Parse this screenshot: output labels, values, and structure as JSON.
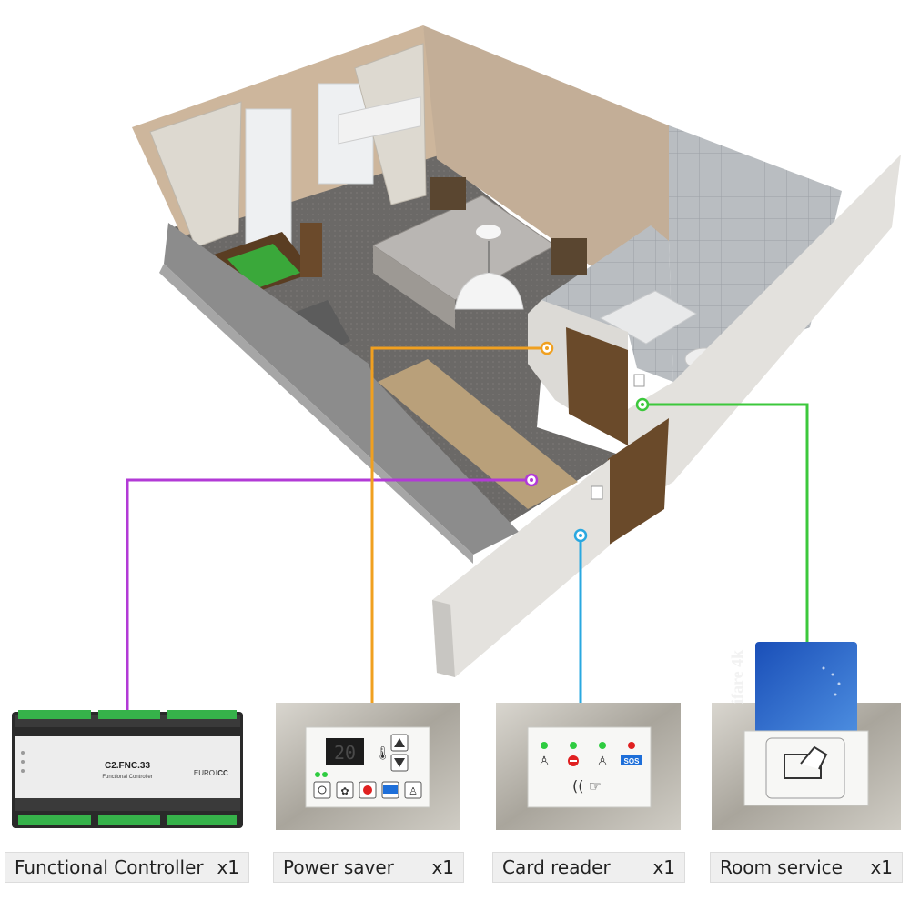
{
  "controller_panel": {
    "model": "C2.FNC.33",
    "subtitle": "Functional Controller",
    "brand_prefix": "EURO",
    "brand_suffix": "ICC"
  },
  "power_saver_panel": {
    "display_value": "20"
  },
  "card_reader_panel": {
    "sos_label": "SOS"
  },
  "room_service_panel": {
    "card_text": "ifare 4k"
  },
  "products": [
    {
      "name": "Functional Controller",
      "qty": "x1",
      "line_color": "#b23ad6"
    },
    {
      "name": "Power saver",
      "qty": "x1",
      "line_color": "#f0a020"
    },
    {
      "name": "Card reader",
      "qty": "x1",
      "line_color": "#2aa8e0"
    },
    {
      "name": "Room service",
      "qty": "x1",
      "line_color": "#3cc83c"
    }
  ]
}
